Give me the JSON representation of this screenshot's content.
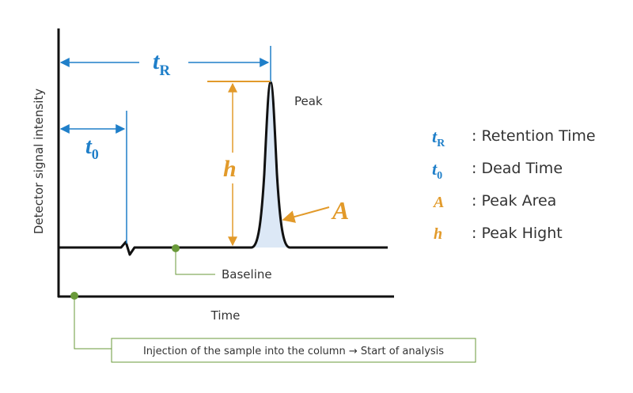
{
  "axes": {
    "y_label": "Detector signal intensity",
    "x_label": "Time"
  },
  "annotations": {
    "tR": {
      "base": "t",
      "sub": "R"
    },
    "t0": {
      "base": "t",
      "sub": "0"
    },
    "h": "h",
    "A": "A",
    "peak": "Peak",
    "baseline": "Baseline",
    "injection": "Injection of the sample into the column → Start of analysis"
  },
  "legend": [
    {
      "symbol": "t",
      "sub": "R",
      "label": ": Retention Time",
      "color": "#1f7fc9"
    },
    {
      "symbol": "t",
      "sub": "0",
      "label": ": Dead Time",
      "color": "#1f7fc9"
    },
    {
      "symbol": "A",
      "sub": "",
      "label": ": Peak Area",
      "color": "#e29a2a"
    },
    {
      "symbol": "h",
      "sub": "",
      "label": ": Peak Hight",
      "color": "#e29a2a"
    }
  ],
  "colors": {
    "blue": "#1f7fc9",
    "orange": "#e29a2a",
    "green": "#6a9a3a",
    "peak_fill": "#dce8f6"
  }
}
